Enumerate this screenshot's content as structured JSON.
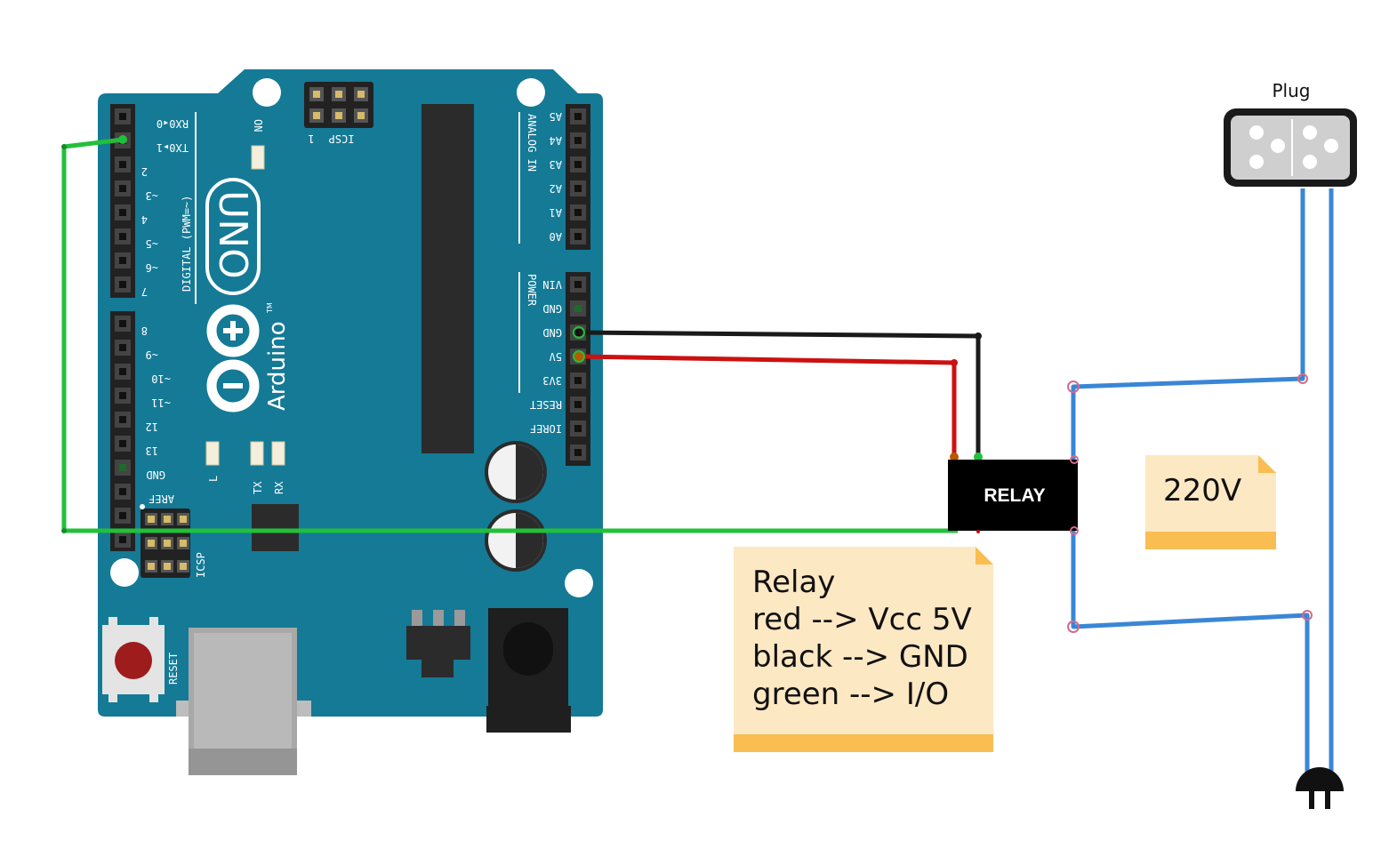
{
  "board": {
    "logo_text": "UNO",
    "brand_text": "Arduino",
    "trademark": "TM",
    "on_label": "ON",
    "icsp_label": "ICSP",
    "icsp_one": "1",
    "icsp2_label": "ICSP",
    "reset_label": "RESET",
    "led_l": "L",
    "led_tx": "TX",
    "led_rx": "RX",
    "digital_section": "DIGITAL (PWM=~)",
    "analog_section": "ANALOG IN",
    "power_section": "POWER",
    "digital_pins_top": [
      "RX0◂0",
      "TX0▸1",
      "2",
      "~3",
      "4",
      "~5",
      "~6",
      "7"
    ],
    "digital_pins_bottom": [
      "8",
      "~9",
      "~10",
      "~11",
      "12",
      "13",
      "GND",
      "AREF"
    ],
    "analog_pins": [
      "A5",
      "A4",
      "A3",
      "A2",
      "A1",
      "A0"
    ],
    "power_pins": [
      "VIN",
      "GND",
      "GND",
      "5V",
      "3V3",
      "RESET",
      "IOREF"
    ]
  },
  "relay": {
    "label": "RELAY"
  },
  "plug": {
    "label": "Plug"
  },
  "notes": {
    "relay_note": [
      "Relay",
      "red --> Vcc 5V",
      "black --> GND",
      "green --> I/O"
    ],
    "voltage_note": "220V"
  },
  "colors": {
    "board": "#147a96",
    "wire_green": "#22c03a",
    "wire_red": "#cc1111",
    "wire_black": "#1a1a1a",
    "wire_blue": "#3a86d6",
    "note_bg": "#fde8c4",
    "note_bar": "#f9bd52"
  }
}
